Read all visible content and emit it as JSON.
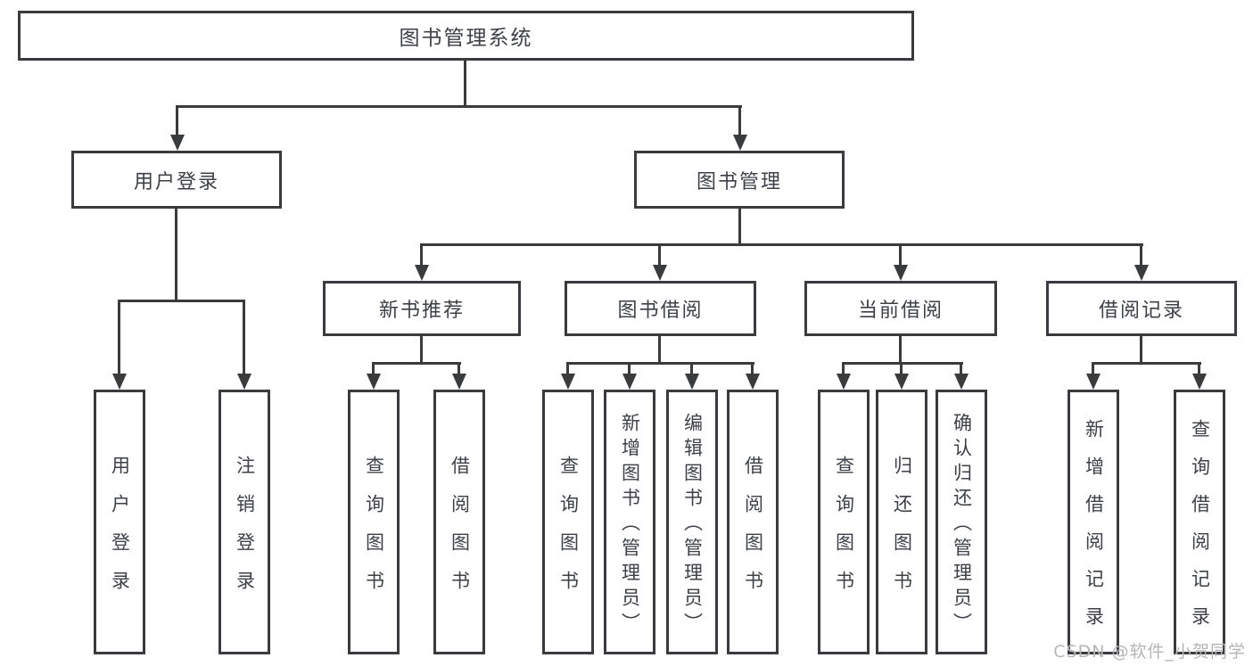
{
  "diagram": {
    "root": "图书管理系统",
    "level2": [
      {
        "label": "用户登录",
        "children": [
          "用户登录",
          "注销登录"
        ]
      },
      {
        "label": "图书管理",
        "children": [
          {
            "label": "新书推荐",
            "children": [
              "查询图书",
              "借阅图书"
            ]
          },
          {
            "label": "图书借阅",
            "children": [
              "查询图书",
              "新增图书（管理员）",
              "编辑图书（管理员）",
              "借阅图书"
            ]
          },
          {
            "label": "当前借阅",
            "children": [
              "查询图书",
              "归还图书",
              "确认归还（管理员）"
            ]
          },
          {
            "label": "借阅记录",
            "children": [
              "新增借阅记录",
              "查询借阅记录"
            ]
          }
        ]
      }
    ]
  },
  "watermark": "CSDN @软件_小贺同学"
}
